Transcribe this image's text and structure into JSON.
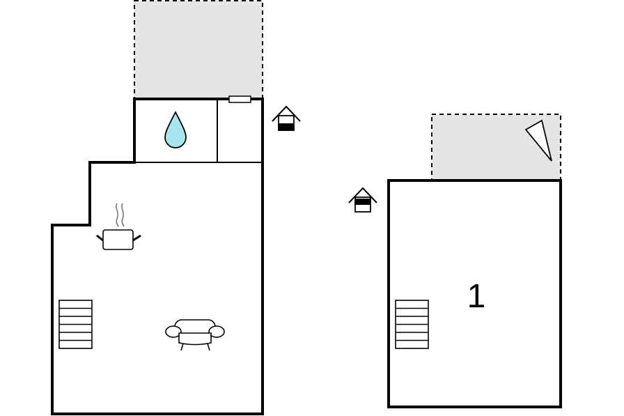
{
  "plans": [
    {
      "name": "floor-plan-left",
      "icons": [
        "terrace",
        "water-drop-icon",
        "window-icon",
        "entrance-icon",
        "stove-pot-icon",
        "stairs-icon",
        "sofa-icon"
      ]
    },
    {
      "name": "floor-plan-right",
      "room_label": "1",
      "icons": [
        "terrace",
        "sail-shade-icon",
        "entrance-icon",
        "stairs-icon"
      ]
    }
  ],
  "colors": {
    "wall": "#000000",
    "terrace_fill": "#e5e5e5",
    "water": "#a8e4ee",
    "background": "#ffffff"
  }
}
